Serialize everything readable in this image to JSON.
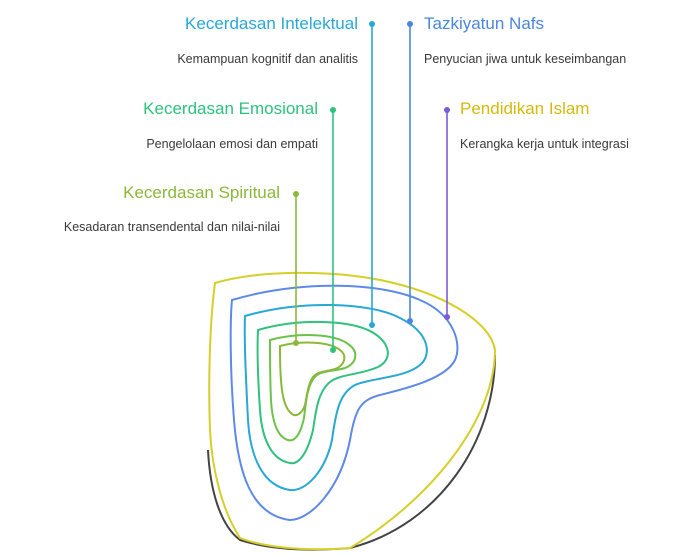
{
  "colors": {
    "spiritual": "#8bb83a",
    "emosional": "#2ec27e",
    "intelektual": "#28a8d4",
    "tazkiyatun": "#4a86e0",
    "pendidikan": "#7b5bd6",
    "outer_rim": "#d6cf2a",
    "shell": "#444444"
  },
  "items": {
    "intelektual": {
      "title": "Kecerdasan Intelektual",
      "desc": "Kemampuan kognitif dan analitis"
    },
    "tazkiyatun": {
      "title": "Tazkiyatun Nafs",
      "desc": "Penyucian jiwa untuk keseimbangan"
    },
    "emosional": {
      "title": "Kecerdasan Emosional",
      "desc": "Pengelolaan emosi dan empati"
    },
    "pendidikan": {
      "title": "Pendidikan Islam",
      "desc": "Kerangka kerja untuk integrasi"
    },
    "spiritual": {
      "title": "Kecerdasan Spiritual",
      "desc": "Kesadaran transendental dan nilai-nilai"
    }
  }
}
